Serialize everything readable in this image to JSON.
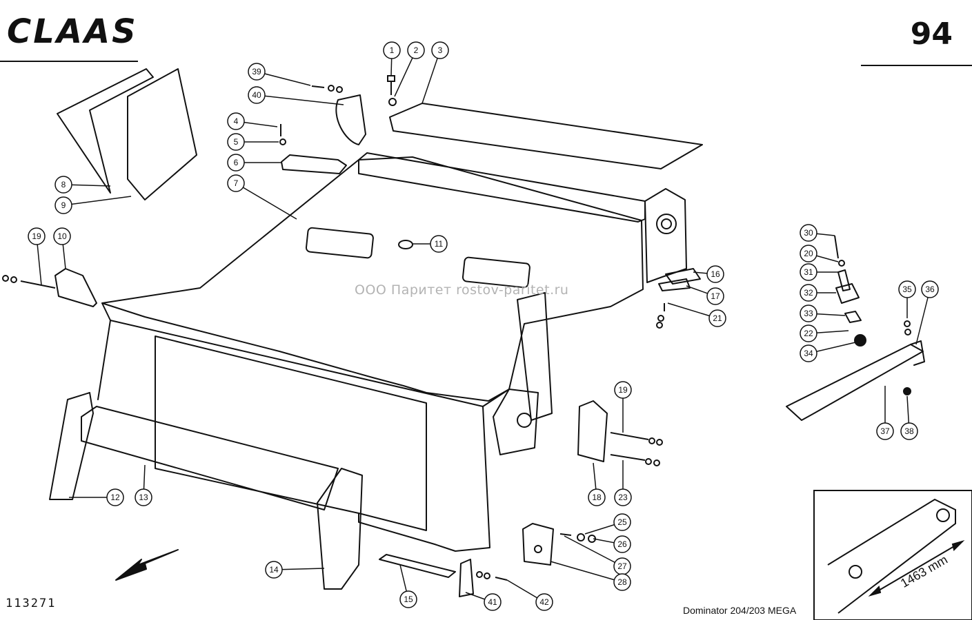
{
  "header": {
    "brand": "CLAAS",
    "page_number": "94"
  },
  "footer": {
    "drawing_number": "113271",
    "model": "Dominator 204/203 MEGA"
  },
  "watermark": "ООО Паритет    rostov-paritet.ru",
  "inset": {
    "dimension": "1463 mm"
  },
  "parts": [
    "1",
    "2",
    "3",
    "4",
    "5",
    "6",
    "7",
    "8",
    "9",
    "10",
    "11",
    "12",
    "13",
    "14",
    "15",
    "16",
    "17",
    "19",
    "20",
    "21",
    "22",
    "23",
    "25",
    "26",
    "27",
    "28",
    "30",
    "31",
    "32",
    "33",
    "34",
    "35",
    "36",
    "37",
    "38",
    "39",
    "40",
    "41",
    "42"
  ],
  "repeated_parts": [
    "18",
    "19"
  ]
}
